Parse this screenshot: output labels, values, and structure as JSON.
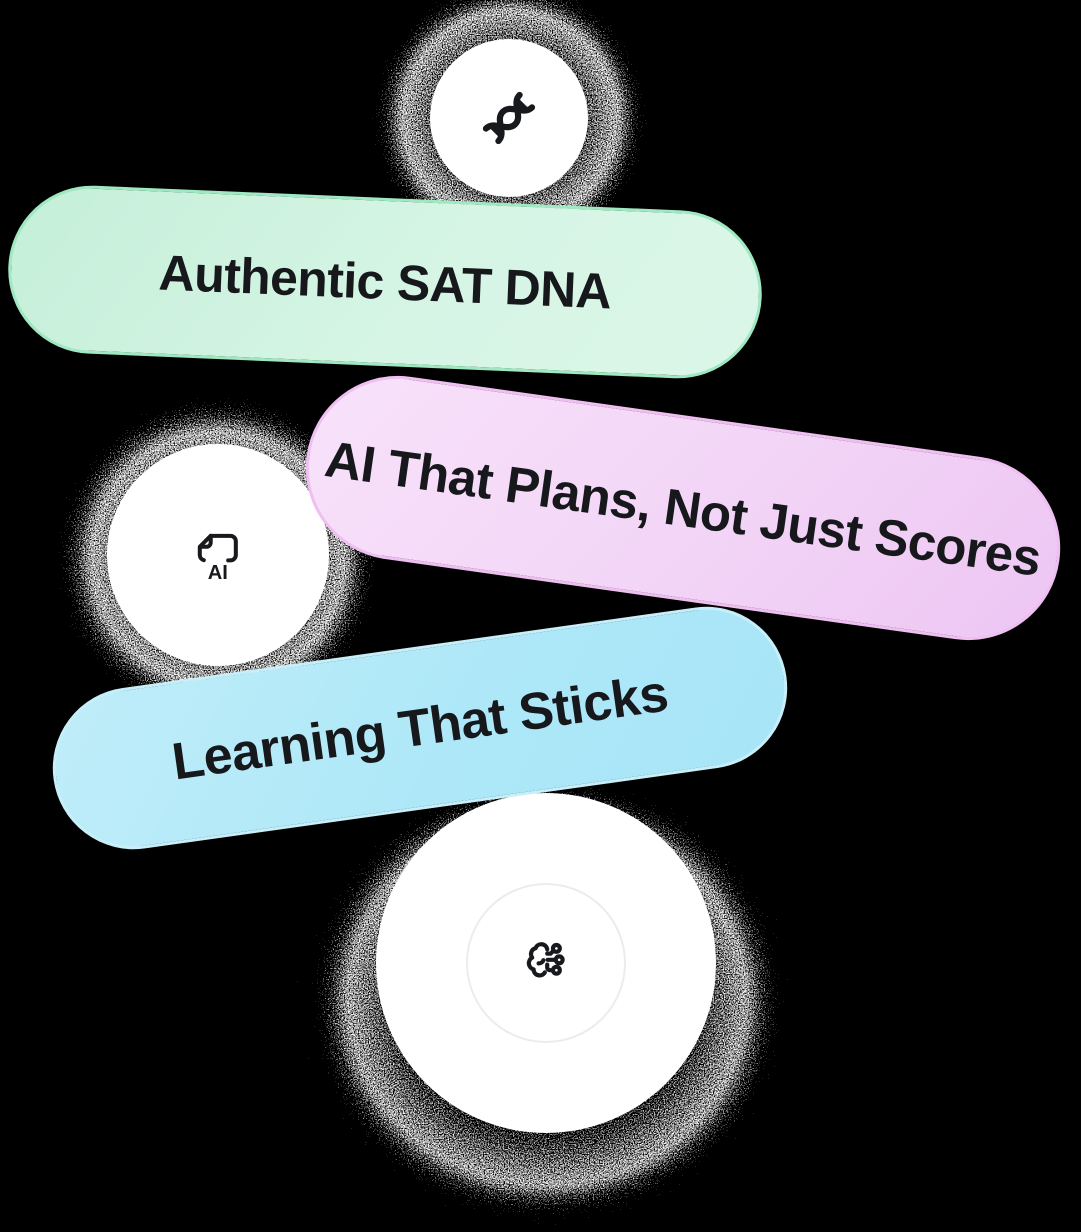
{
  "background_color": "#000000",
  "graphic": {
    "badges": [
      {
        "id": "authentic-sat-dna",
        "label": "Authentic SAT DNA",
        "fill_start": "#c4efd8",
        "fill_end": "#dbf6e8",
        "border_color": "#a0e8c2",
        "text_color": "#16181c"
      },
      {
        "id": "ai-that-plans",
        "label": "AI That Plans, Not Just Scores",
        "fill_start": "#f8e2fa",
        "fill_end": "#edc6f3",
        "border_color": "#efbff2",
        "text_color": "#16181c"
      },
      {
        "id": "learning-that-sticks",
        "label": "Learning That Sticks",
        "fill_start": "#c0edf9",
        "fill_end": "#a7e5f7",
        "border_color": "#c6effa",
        "text_color": "#16181c"
      }
    ],
    "icon_circles": [
      {
        "icon": "dna-icon"
      },
      {
        "icon": "ai-file-icon",
        "icon_label": "AI"
      },
      {
        "icon": "brain-circuit-icon"
      }
    ],
    "circle_color": "#ffffff",
    "icon_color": "#17191d",
    "grain_speckle_color": "#ffffff"
  }
}
